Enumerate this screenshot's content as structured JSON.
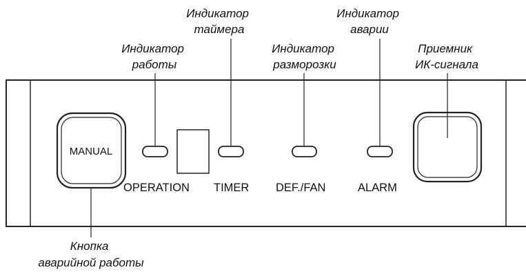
{
  "panel": {
    "manual_button": {
      "label": "MANUAL"
    },
    "indicator_labels": [
      "OPERATION",
      "TIMER",
      "DEF./FAN",
      "ALARM"
    ]
  },
  "callouts": {
    "operation": [
      "Индикатор",
      "работы"
    ],
    "timer": [
      "Индикатор",
      "таймера"
    ],
    "defrost": [
      "Индикатор",
      "разморозки"
    ],
    "alarm": [
      "Индикатор",
      "аварии"
    ],
    "ir_receiver": [
      "Приемник",
      "ИК-сигнала"
    ],
    "manual_button": [
      "Кнопка",
      "аварийной работы"
    ]
  }
}
